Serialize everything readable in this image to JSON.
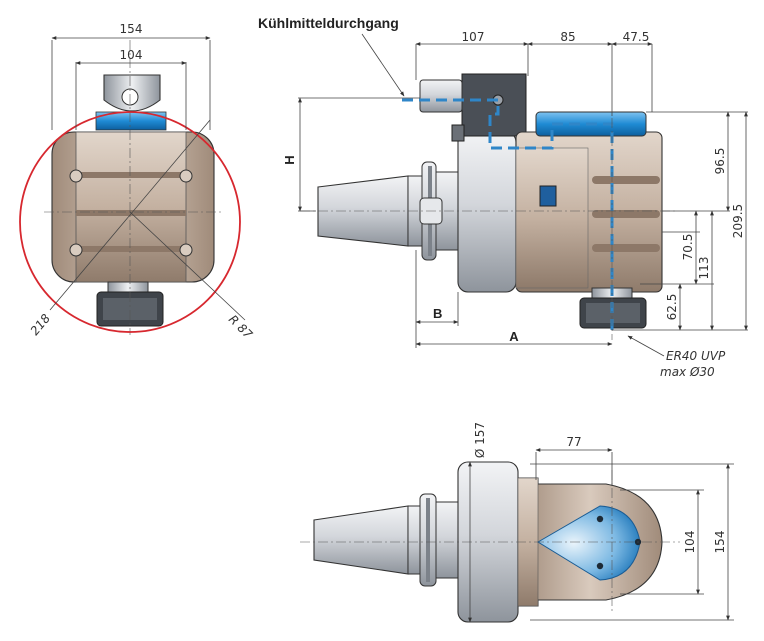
{
  "title": "Kühlmitteldurchgang",
  "colors": {
    "body": "#c8b6a6",
    "body_dark": "#a59282",
    "steel": "#d6d9de",
    "steel_dark": "#9aa0a8",
    "coolant": "#2f86c8",
    "highlight_circle": "#d7282f",
    "blue_band": "#1f8bd4"
  },
  "front_view": {
    "dim_width_outer": "154",
    "dim_width_inner": "104",
    "dim_radius": "R 87",
    "dim_diameter": "218"
  },
  "side_view": {
    "dim_107": "107",
    "dim_85": "85",
    "dim_47_5": "47.5",
    "dim_96_5": "96.5",
    "dim_209_5": "209.5",
    "dim_70_5": "70.5",
    "dim_113": "113",
    "dim_62_5": "62.5",
    "label_H": "H",
    "label_B": "B",
    "label_A": "A",
    "collet_line1": "ER40 UVP",
    "collet_line2": "max Ø30"
  },
  "top_view": {
    "dim_diameter": "Ø 157",
    "dim_77": "77",
    "dim_104": "104",
    "dim_154": "154"
  }
}
